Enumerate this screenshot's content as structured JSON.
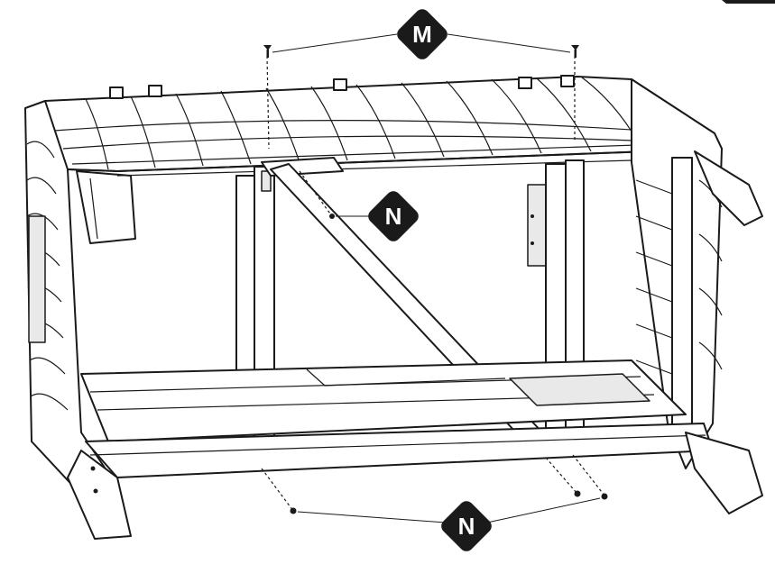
{
  "callouts": {
    "top": "M",
    "middle": "N",
    "bottom": "N"
  },
  "colors": {
    "ink": "#1a1a1a",
    "callout_fill": "#1a1a1a",
    "callout_text": "#ffffff",
    "background": "#ffffff"
  },
  "icons": {
    "screw": "screw-icon",
    "bolt_hole": "bolt-hole-icon"
  }
}
